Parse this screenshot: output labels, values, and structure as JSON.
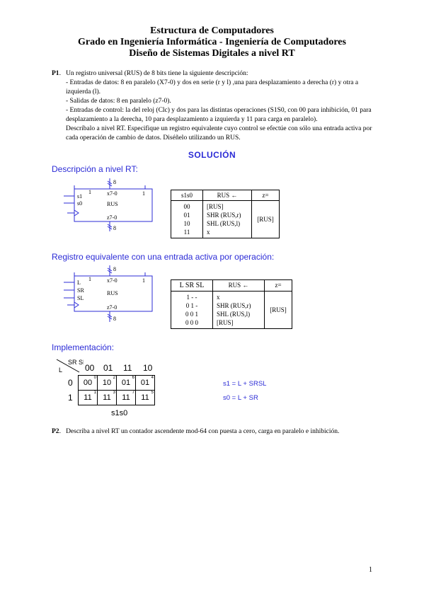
{
  "header": {
    "line1": "Estructura de Computadores",
    "line2": "Grado en Ingeniería Informática - Ingeniería de Computadores",
    "line3": "Diseño de Sistemas Digitales a nivel RT"
  },
  "p1": {
    "label": "P1",
    "intro": "Un registro universal (RUS) de 8 bits tiene la siguiente descripción:",
    "b1": "- Entradas de datos: 8 en paralelo (X7-0) y dos en serie (r y l) ,una para desplazamiento a derecha (r) y otra a izquierda (l).",
    "b2": "- Salidas de datos: 8 en paralelo (z7-0).",
    "b3": "- Entradas de control: la del reloj (Clc) y dos para las distintas operaciones (S1S0, con 00 para inhibición, 01 para desplazamiento a la derecha, 10 para desplazamiento a izquierda y 11 para carga en paralelo).",
    "b4": "Descríbalo a nivel RT. Especifique un registro equivalente cuyo control se efectúe con sólo una entrada activa por cada operación de cambio de datos. Diséñelo utilizando un RUS."
  },
  "solution_title": "SOLUCIÓN",
  "sec1": {
    "title": "Descripción a nivel RT:",
    "block": {
      "top": "8",
      "s1": "s1",
      "s0": "s0",
      "one": "1",
      "x": "x7-0",
      "name": "RUS",
      "z": "z7-0",
      "bottom": "8",
      "one2": "1"
    },
    "table": {
      "h1": "s1s0",
      "h2": "RUS ←",
      "h3": "z=",
      "codes": [
        "00",
        "01",
        "10",
        "11"
      ],
      "ops": [
        "[RUS]",
        "SHR (RUS,r)",
        "SHL (RUS,l)",
        "x"
      ],
      "z": "[RUS]"
    }
  },
  "sec2": {
    "title": "Registro equivalente con una entrada activa por operación:",
    "block": {
      "top": "8",
      "l": "L",
      "sr": "SR",
      "sl": "SL",
      "one": "1",
      "x": "x7-0",
      "name": "RUS",
      "z": "z7-0",
      "bottom": "8",
      "one2": "1"
    },
    "table": {
      "h1": "L SR SL",
      "h2": "RUS ←",
      "h3": "z=",
      "codes": [
        "1 - -",
        "0 1 -",
        "0 0 1",
        "0 0 0"
      ],
      "ops": [
        "x",
        "SHR (RUS,r)",
        "SHL (RUS,l)",
        "[RUS]"
      ],
      "z": "[RUS]"
    }
  },
  "sec3": {
    "title": "Implementación:",
    "corner_top": "SR SL",
    "corner_left": "L",
    "cols": [
      "00",
      "01",
      "11",
      "10"
    ],
    "rows": [
      "0",
      "1"
    ],
    "cells": [
      [
        {
          "v": "00",
          "i": "0"
        },
        {
          "v": "10",
          "i": "2"
        },
        {
          "v": "01",
          "i": "6"
        },
        {
          "v": "01",
          "i": "4"
        }
      ],
      [
        {
          "v": "11",
          "i": "1"
        },
        {
          "v": "11",
          "i": "3"
        },
        {
          "v": "11",
          "i": "7"
        },
        {
          "v": "11",
          "i": "5"
        }
      ]
    ],
    "caption": "s1s0",
    "eq1": "s1 = L + SRSL",
    "eq2": "s0 = L + SR"
  },
  "p2": {
    "label": "P2",
    "text": "Describa a nivel RT un contador ascendente mod-64 con puesta a cero, carga en paralelo e inhibición."
  },
  "page_number": "1"
}
